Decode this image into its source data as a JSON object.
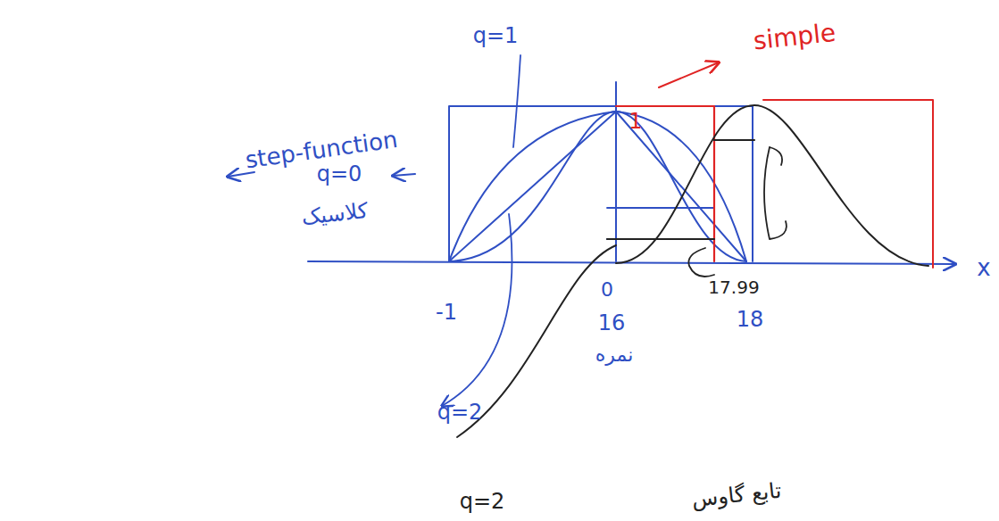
{
  "diagram": {
    "labels": [
      "step-function",
      "q=0",
      "کلاسیک",
      "q=1",
      "simple",
      "1",
      "-1",
      "0",
      "16",
      "نمره",
      "17.99",
      "18",
      "x",
      "q=2",
      "q=2",
      "تابع گاوس"
    ]
  }
}
